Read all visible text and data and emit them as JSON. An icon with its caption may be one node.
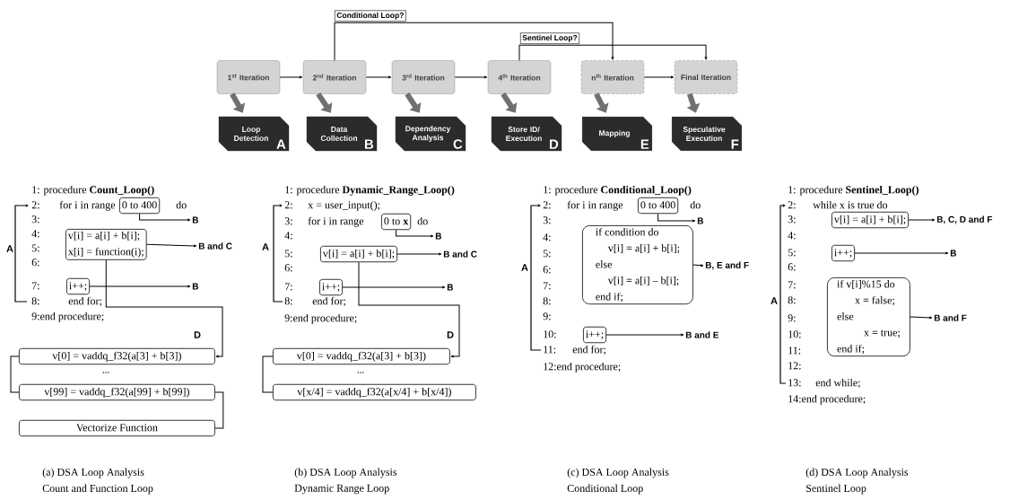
{
  "diagram": {
    "nodes": [
      {
        "text": [
          "1$^{st}$ Iteration"
        ]
      },
      {
        "text": [
          "2$^{nd}$ Iteration"
        ]
      },
      {
        "text": [
          "3$^{rd}$ Iteration"
        ]
      },
      {
        "text": [
          "4$^{th}$ Iteration"
        ]
      },
      {
        "text": [
          "n$^{th}$ Iteration"
        ]
      },
      {
        "text": [
          "Final Iteration"
        ]
      },
      {
        "text": [
          "Loop Detection",
          "A"
        ]
      },
      {
        "text": [
          "Data Collection",
          "B"
        ]
      },
      {
        "text": [
          "Dependency Analysis",
          "C"
        ]
      },
      {
        "text": [
          "Store ID/ Execution",
          "D"
        ]
      },
      {
        "text": [
          "Mapping",
          "E"
        ]
      },
      {
        "text": [
          "Speculative Execution",
          "F"
        ]
      },
      {
        "text": [
          "0 to 400"
        ]
      },
      {
        "text": [
          "B"
        ]
      },
      {
        "text": [
          "v[i] = a[i] + b[i];",
          "x[i] = function(i);"
        ]
      },
      {
        "text": [
          "B and C"
        ]
      },
      {
        "text": [
          "i++;"
        ]
      },
      {
        "text": [
          "B"
        ]
      },
      {
        "text": [
          "v[0] = vaddq_f32(a[3] + b[3])"
        ]
      },
      {
        "text": [
          "v[99] = vaddq_f32(a[99] + b[99])"
        ]
      },
      {
        "text": [
          "Vectorize Function"
        ]
      },
      {
        "text": [
          "0 to **x**"
        ]
      },
      {
        "text": [
          "B"
        ]
      },
      {
        "text": [
          "v[i] = a[i] + b[i];"
        ]
      },
      {
        "text": [
          "B and C"
        ]
      },
      {
        "text": [
          "i++;"
        ]
      },
      {
        "text": [
          "B"
        ]
      },
      {
        "text": [
          "v[0] = vaddq_f32(a[3] + b[3])"
        ]
      },
      {
        "text": [
          "v[x/4] = vaddq_f32(a[x/4] + b[x/4])"
        ]
      },
      {
        "text": [
          "0 to 400"
        ]
      },
      {
        "text": [
          "B"
        ]
      },
      {
        "text": [
          "if condition do",
          "v[i] = a[i] + b[i];",
          "else",
          "v[i] = a[i] – b[i];",
          "end if;"
        ]
      },
      {
        "text": [
          "B, E and F"
        ]
      },
      {
        "text": [
          "i++;"
        ]
      },
      {
        "text": [
          "B and E"
        ]
      },
      {
        "text": [
          "v[i] = a[i] + b[i];"
        ]
      },
      {
        "text": [
          "B, C, D and F"
        ]
      },
      {
        "text": [
          "i++;"
        ]
      },
      {
        "text": [
          "B"
        ]
      },
      {
        "text": [
          "if v[i]%15 do",
          "x = false;",
          "else",
          "x = true;",
          "end if;"
        ]
      },
      {
        "text": [
          "B and F"
        ]
      }
    ],
    "edges": [
      {
        "from": 0,
        "to": 1,
        "arrow": "to"
      },
      {
        "from": 1,
        "to": 2,
        "arrow": "to"
      },
      {
        "from": 2,
        "to": 3,
        "arrow": "to"
      },
      {
        "from": 4,
        "to": 5,
        "arrow": "to"
      },
      {
        "from": 1,
        "to": 4,
        "arrow": "to",
        "label": "Conditional Loop?"
      },
      {
        "from": 3,
        "to": 5,
        "arrow": "to",
        "label": "Sentinel Loop?"
      },
      {
        "from": 0,
        "to": 6,
        "arrow": "to",
        "style": "thick",
        "color": "#707070"
      },
      {
        "from": 1,
        "to": 7,
        "arrow": "to",
        "style": "thick",
        "color": "#707070"
      },
      {
        "from": 2,
        "to": 8,
        "arrow": "to",
        "style": "thick",
        "color": "#707070"
      },
      {
        "from": 3,
        "to": 9,
        "arrow": "to",
        "style": "thick",
        "color": "#707070"
      },
      {
        "from": 4,
        "to": 10,
        "arrow": "to",
        "style": "thick",
        "color": "#707070"
      },
      {
        "from": 5,
        "to": 11,
        "arrow": "to",
        "style": "thick",
        "color": "#707070"
      },
      {
        "from": 12,
        "to": 13,
        "arrow": "to"
      },
      {
        "from": 14,
        "to": 15,
        "arrow": "to"
      },
      {
        "from": 16,
        "to": 17,
        "arrow": "to"
      },
      {
        "from": 14,
        "to": 18,
        "arrow": "to",
        "label": "D"
      },
      {
        "from": 18,
        "to": 19,
        "arrow": "none"
      },
      {
        "from": 19,
        "to": 20,
        "arrow": "none"
      },
      {
        "from": 21,
        "to": 22,
        "arrow": "to"
      },
      {
        "from": 23,
        "to": 24,
        "arrow": "to"
      },
      {
        "from": 25,
        "to": 26,
        "arrow": "to"
      },
      {
        "from": 23,
        "to": 27,
        "arrow": "to",
        "label": "D"
      },
      {
        "from": 27,
        "to": 28,
        "arrow": "none"
      },
      {
        "from": 29,
        "to": 30,
        "arrow": "to"
      },
      {
        "from": 31,
        "to": 32,
        "arrow": "to"
      },
      {
        "from": 33,
        "to": 34,
        "arrow": "to"
      },
      {
        "from": 35,
        "to": 36,
        "arrow": "to"
      },
      {
        "from": 37,
        "to": 38,
        "arrow": "to"
      },
      {
        "from": 39,
        "to": 40,
        "arrow": "to"
      }
    ],
    "labels": [
      "1: procedure **Count_Loop()**",
      "2:",
      "for i in range",
      "do",
      "3:",
      "4:",
      "A",
      "5:",
      "6:",
      "7:",
      "8:",
      "end for;",
      "9:end procedure;",
      "...",
      "1: procedure **Dynamic_Range_Loop()**",
      "2:",
      "x = user_input();",
      "3:",
      "for i in range",
      "do",
      "4:",
      "A",
      "5:",
      "6:",
      "7:",
      "8:",
      "end for;",
      "9:end procedure;",
      "...",
      "1: procedure **Conditional_Loop()**",
      "2:",
      "for i in range",
      "do",
      "3:",
      "4:",
      "5:",
      "A",
      "6:",
      "7:",
      "8:",
      "9:",
      "10:",
      "11:",
      "end for;",
      "12:end procedure;",
      "1: procedure **Sentinel_Loop()**",
      "2:",
      "while x is true do",
      "3:",
      "4:",
      "5:",
      "6:",
      "7:",
      "A",
      "8:",
      "9:",
      "10:",
      "11:",
      "12:",
      "13:",
      "end while;",
      "14:end procedure;",
      "(a) DSA Loop Analysis",
      "Count and Function Loop",
      "(b) DSA Loop Analysis",
      "Dynamic Range Loop",
      "(c) DSA Loop Analysis",
      "Conditional Loop",
      "(d) DSA Loop Analysis",
      "Sentinel Loop"
    ]
  }
}
